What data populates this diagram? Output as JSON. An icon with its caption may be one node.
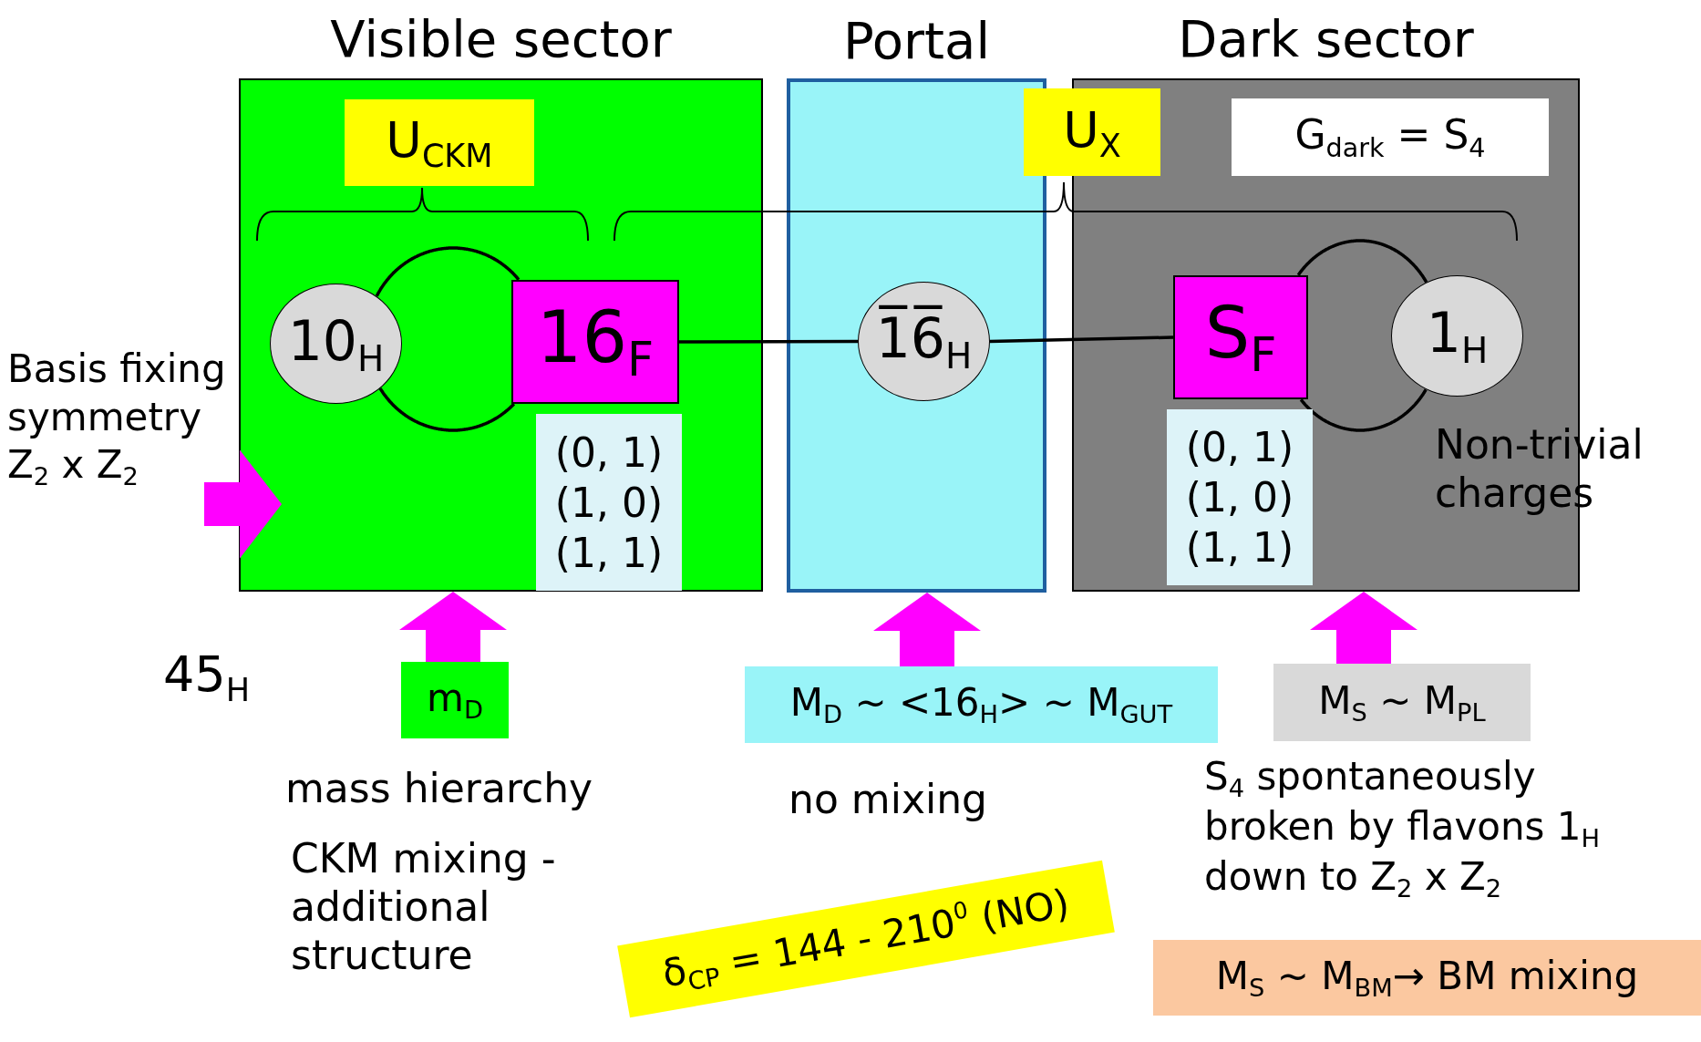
{
  "diagram": {
    "nodes": [
      {
        "text": [
          "Visible sector"
        ]
      },
      {
        "text": [
          "U$_{CKM}$"
        ],
        "in": 0
      },
      {
        "text": [
          "10$_{H}$"
        ],
        "in": 0
      },
      {
        "text": [
          "16$_{F}$"
        ],
        "in": 0
      },
      {
        "text": [
          "(0, 1) (1, 0) (1, 1)"
        ],
        "in": 0
      },
      {
        "text": [
          "Portal"
        ]
      },
      {
        "text": [
          "1̅6̅$_{H}$"
        ],
        "in": 5
      },
      {
        "text": [
          "U$_{X}$"
        ]
      },
      {
        "text": [
          "Dark sector"
        ]
      },
      {
        "text": [
          "G$_{dark}$ = S$_{4}$"
        ],
        "in": 8
      },
      {
        "text": [
          "S$_{F}$"
        ],
        "in": 8
      },
      {
        "text": [
          "1$_{H}$"
        ],
        "in": 8
      },
      {
        "text": [
          "(0, 1) (1, 0) (1, 1)"
        ],
        "in": 8
      },
      {
        "text": [
          "Basis fixing symmetry Z$_{2}$ x Z$_{2}$"
        ]
      },
      {
        "text": [
          "m$_{D}$"
        ]
      },
      {
        "text": [
          "M$_{D}$ ~ <16$_{H}$> ~ M$_{GUT}$"
        ]
      },
      {
        "text": [
          "M$_{S}$ ~ M$_{PL}$"
        ]
      },
      {
        "text": [
          "δ$_{CP}$ = 144 - 210$^{0}$ (NO)"
        ]
      },
      {
        "text": [
          "M$_{S}$ ~ M$_{BM}$→ BM mixing"
        ]
      }
    ],
    "edges": [
      {
        "from": 13,
        "to": 0,
        "arrow": "to",
        "style": "thick",
        "color": "#ff00ff"
      },
      {
        "from": 2,
        "to": 3,
        "arrow": "none"
      },
      {
        "from": 2,
        "to": 3,
        "arrow": "none"
      },
      {
        "from": 3,
        "to": 6,
        "arrow": "none"
      },
      {
        "from": 6,
        "to": 10,
        "arrow": "none"
      },
      {
        "from": 10,
        "to": 11,
        "arrow": "none"
      },
      {
        "from": 10,
        "to": 11,
        "arrow": "none"
      },
      {
        "from": 14,
        "to": 0,
        "arrow": "to",
        "style": "thick",
        "color": "#ff00ff"
      },
      {
        "from": 15,
        "to": 5,
        "arrow": "to",
        "style": "thick",
        "color": "#ff00ff"
      },
      {
        "from": 16,
        "to": 8,
        "arrow": "to",
        "style": "thick",
        "color": "#ff00ff"
      }
    ],
    "labels": [
      "Non-trivial charges",
      "45$_{H}$",
      "S$_{4}$ spontaneously broken by flavons 1$_{H}$ down to Z$_{2}$ x Z$_{2}$",
      "mass hierarchy",
      "no mixing",
      "CKM mixing - additional structure"
    ]
  }
}
